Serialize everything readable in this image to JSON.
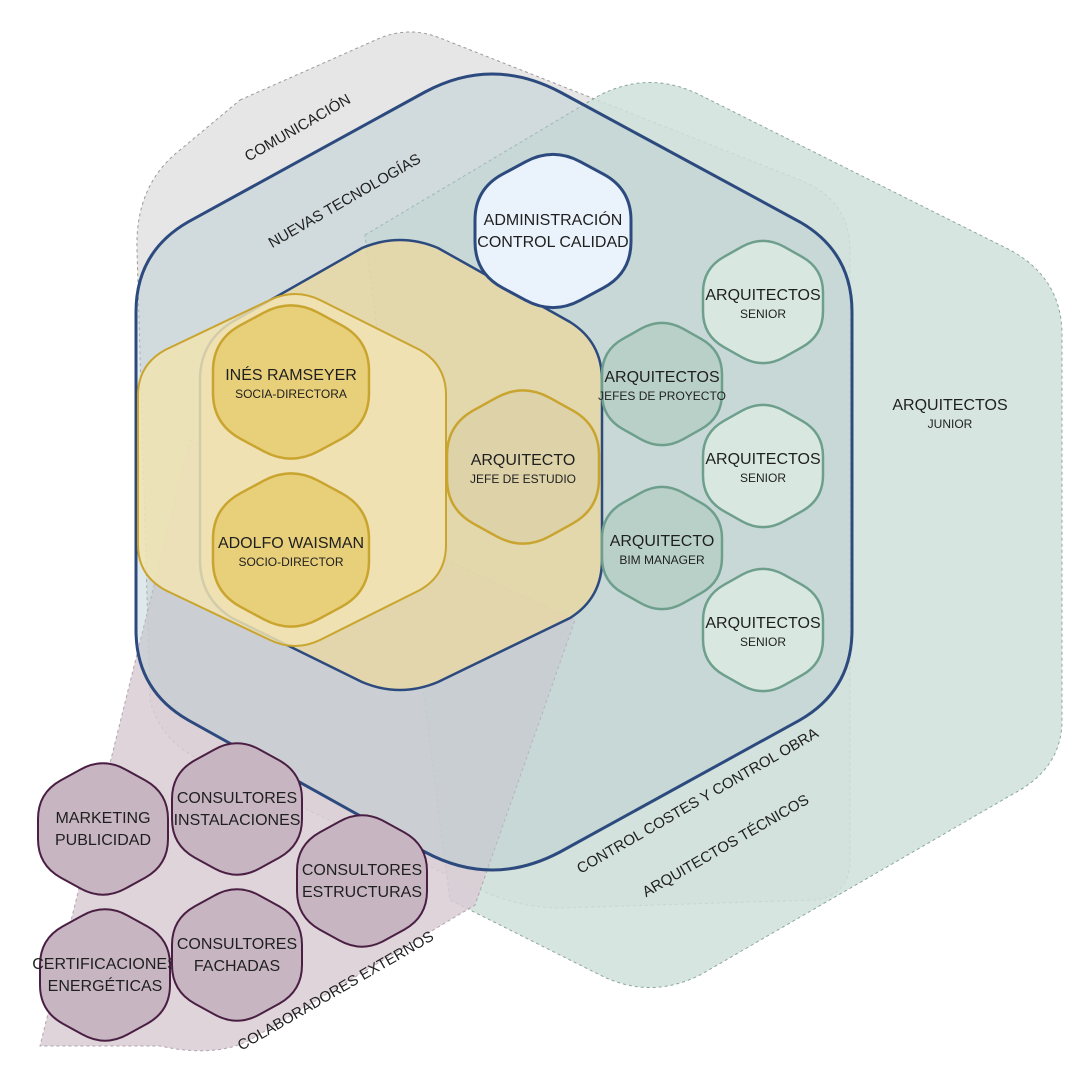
{
  "zones": {
    "comunicacion": "COMUNICACIÓN",
    "nuevas_tecnologias": "NUEVAS TECNOLOGÍAS",
    "control_costes": "CONTROL COSTES Y CONTROL OBRA",
    "arquitectos_tecnicos": "ARQUITECTOS TÉCNICOS",
    "colaboradores_externos": "COLABORADORES EXTERNOS",
    "arquitectos_junior": {
      "title": "ARQUITECTOS",
      "sub": "JUNIOR"
    }
  },
  "nodes": {
    "administracion": {
      "l1": "ADMINISTRACIÓN",
      "l2": "CONTROL CALIDAD"
    },
    "ines": {
      "title": "INÉS RAMSEYER",
      "sub": "SOCIA-DIRECTORA"
    },
    "adolfo": {
      "title": "ADOLFO WAISMAN",
      "sub": "SOCIO-DIRECTOR"
    },
    "jefe_estudio": {
      "title": "ARQUITECTO",
      "sub": "JEFE DE ESTUDIO"
    },
    "jefes_proyecto": {
      "title": "ARQUITECTOS",
      "sub": "JEFES DE PROYECTO"
    },
    "bim": {
      "title": "ARQUITECTO",
      "sub": "BIM MANAGER"
    },
    "senior1": {
      "title": "ARQUITECTOS",
      "sub": "SENIOR"
    },
    "senior2": {
      "title": "ARQUITECTOS",
      "sub": "SENIOR"
    },
    "senior3": {
      "title": "ARQUITECTOS",
      "sub": "SENIOR"
    },
    "marketing": {
      "l1": "MARKETING",
      "l2": "PUBLICIDAD"
    },
    "instalaciones": {
      "l1": "CONSULTORES",
      "l2": "INSTALACIONES"
    },
    "estructuras": {
      "l1": "CONSULTORES",
      "l2": "ESTRUCTURAS"
    },
    "certificaciones": {
      "l1": "CERTIFICACIONES",
      "l2": "ENERGÉTICAS"
    },
    "fachadas": {
      "l1": "CONSULTORES",
      "l2": "FACHADAS"
    }
  },
  "colors": {
    "gray_zone": "#e6e6e6",
    "green_zone": "#cfe1db",
    "blue_outline": "#2c4a7e",
    "admin_fill": "#eaf2fb",
    "gold_stroke": "#c9a42e",
    "gold_fill": "#e8cf7a",
    "green_stroke": "#6e9f8c",
    "purple_stroke": "#4a1f43",
    "purple_fill": "#c7b6c2"
  }
}
